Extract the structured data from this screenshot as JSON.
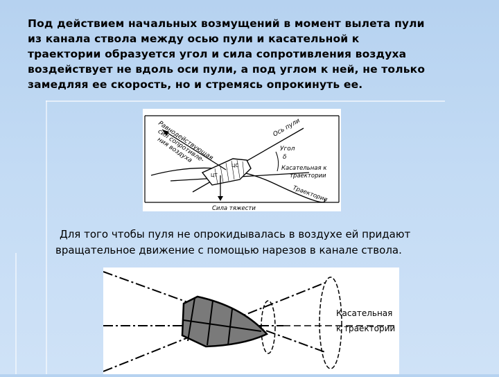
{
  "slide": {
    "heading_lines": [
      "Под действием начальных возмущений в момент вылета пули",
      "из канала ствола между осью пули и касательной к",
      "траектории образуется угол и сила сопротивления воздуха",
      "воздействует не вдоль оси пули, а под углом к ней, не только",
      "замедляя ее скорость, но и стремясь опрокинуть ее."
    ],
    "caption_lines": [
      "Для того чтобы пуля не опрокидывалась в воздухе ей придают",
      "вращательное движение с помощью нарезов в канале ствола."
    ]
  },
  "figure1": {
    "labels": {
      "resultant_line1": "Равнодействующая",
      "resultant_line2": "сил сопротивле-",
      "resultant_line3": "ния воздуха",
      "bullet_axis": "Ось пули",
      "angle_line1": "Угол",
      "angle_line2": "δ",
      "tangent_line1": "Касательная к",
      "tangent_line2": "траектории",
      "trajectory": "Траектория",
      "gravity": "Сила тяжести",
      "center_pressure": "ЦС",
      "center_mass": "ЦТ"
    }
  },
  "figure2": {
    "labels": {
      "tangent_line1": "Касательная",
      "tangent_line2": "к траектории"
    }
  }
}
